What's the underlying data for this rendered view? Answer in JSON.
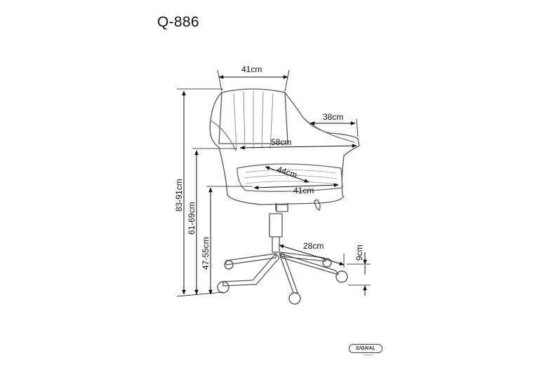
{
  "title": "Q-886",
  "dimensions": {
    "back_width": "41cm",
    "armrest_depth": "38cm",
    "overall_width": "58cm",
    "seat_depth": "44cm",
    "seat_width": "41cm",
    "base_radius": "28cm",
    "caster_height": "9cm",
    "total_height": "83-91cm",
    "armrest_height": "61-69cm",
    "seat_height": "47-55cm"
  },
  "logo": {
    "text": "SIGNAL",
    "sub": "meble"
  },
  "colors": {
    "line": "#1a1a1a",
    "drawing": "#555555",
    "background": "#ffffff"
  }
}
